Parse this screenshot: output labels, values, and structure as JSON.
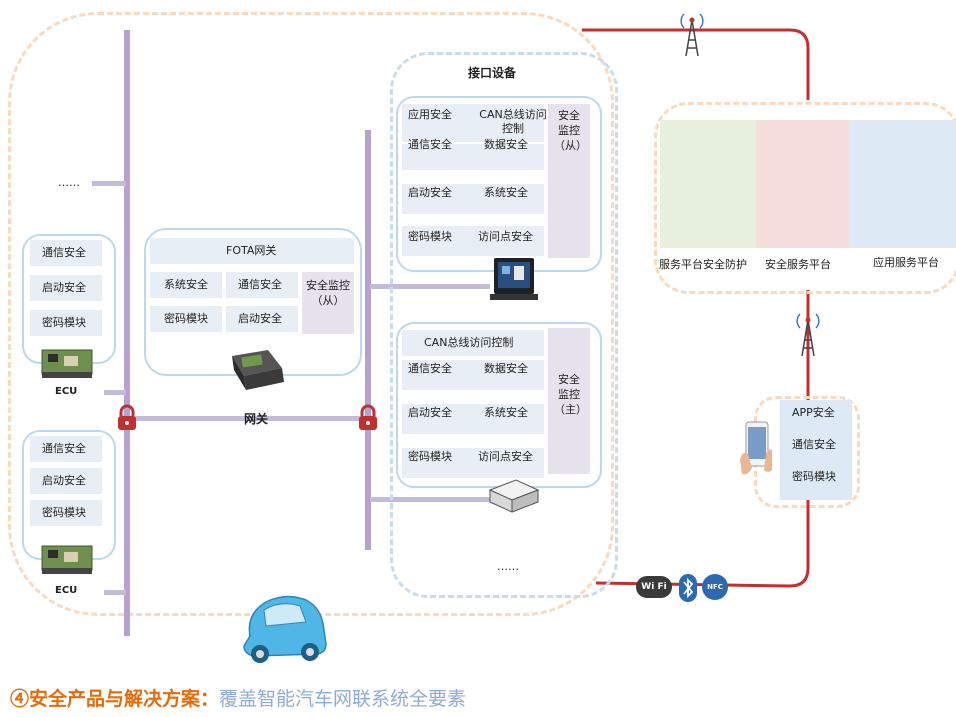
{
  "ellipsis": "……",
  "ecu": {
    "label": "ECU",
    "items": [
      "通信安全",
      "启动安全",
      "密码模块"
    ]
  },
  "gateway": {
    "label": "网关",
    "fota_title": "FOTA网关",
    "items": [
      "系统安全",
      "通信安全",
      "密码模块",
      "启动安全"
    ],
    "monitor": "安全监控（从）"
  },
  "interface": {
    "title": "接口设备",
    "top_items": [
      "应用安全",
      "CAN总线访问控制",
      "通信安全",
      "数据安全",
      "启动安全",
      "系统安全",
      "密码模块",
      "访问点安全"
    ],
    "top_monitor": "安全监控（从）",
    "bottom_title": "CAN总线访问控制",
    "bottom_items": [
      "通信安全",
      "数据安全",
      "启动安全",
      "系统安全",
      "密码模块",
      "访问点安全"
    ],
    "bottom_monitor": "安全监控（主）",
    "ellipsis": "……"
  },
  "platform": {
    "labels": [
      "服务平台安全防护",
      "安全服务平台",
      "应用服务平台"
    ],
    "colors": [
      "#e8f1de",
      "#f6dedd",
      "#dde9f4"
    ]
  },
  "app": {
    "items": [
      "APP安全",
      "通信安全",
      "密码模块"
    ]
  },
  "wireless": {
    "wifi": "Wi Fi",
    "nfc": "NFC"
  },
  "caption": {
    "prefix": "④安全产品与解决方案：",
    "text": "覆盖智能汽车网联系统全要素"
  },
  "colors": {
    "red_line": "#c0302f",
    "bus": "#b4a3cc",
    "orange_dash": "#fbd9bf",
    "blue_dash": "#c9dcee"
  }
}
